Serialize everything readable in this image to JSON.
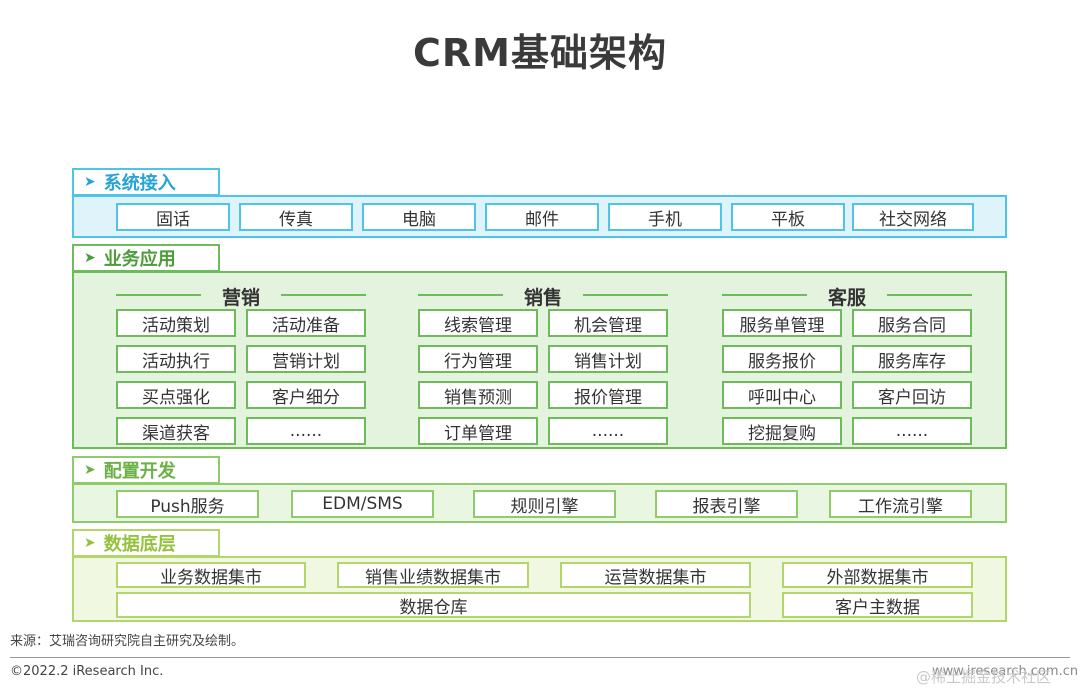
{
  "title": "CRM基础架构",
  "sections": {
    "access": {
      "label": "系统接入",
      "items": [
        "固话",
        "传真",
        "电脑",
        "邮件",
        "手机",
        "平板",
        "社交网络"
      ]
    },
    "business": {
      "label": "业务应用",
      "marketing": {
        "heading": "营销",
        "items": [
          "活动策划",
          "活动准备",
          "活动执行",
          "营销计划",
          "买点强化",
          "客户细分",
          "渠道获客",
          "......"
        ]
      },
      "sales": {
        "heading": "销售",
        "items": [
          "线索管理",
          "机会管理",
          "行为管理",
          "销售计划",
          "销售预测",
          "报价管理",
          "订单管理",
          "......"
        ]
      },
      "service": {
        "heading": "客服",
        "items": [
          "服务单管理",
          "服务合同",
          "服务报价",
          "服务库存",
          "呼叫中心",
          "客户回访",
          "挖掘复购",
          "......"
        ]
      }
    },
    "config": {
      "label": "配置开发",
      "items": [
        "Push服务",
        "EDM/SMS",
        "规则引擎",
        "报表引擎",
        "工作流引擎"
      ]
    },
    "data": {
      "label": "数据底层",
      "items": [
        "业务数据集市",
        "销售业绩数据集市",
        "运营数据集市",
        "外部数据集市",
        "数据仓库",
        "客户主数据"
      ]
    }
  },
  "footer": {
    "source": "来源：艾瑞咨询研究院自主研究及绘制。",
    "copyright": "©2022.2 iResearch Inc.",
    "url": "www.iresearch.com.cn",
    "watermark": "@稀土掘金技术社区"
  },
  "icons": {
    "section_marker": "chevron-right-icon"
  },
  "colors": {
    "access": "#4fc3e8",
    "business": "#6dbb5a",
    "config": "#8fcb6a",
    "data": "#b3d66a"
  }
}
